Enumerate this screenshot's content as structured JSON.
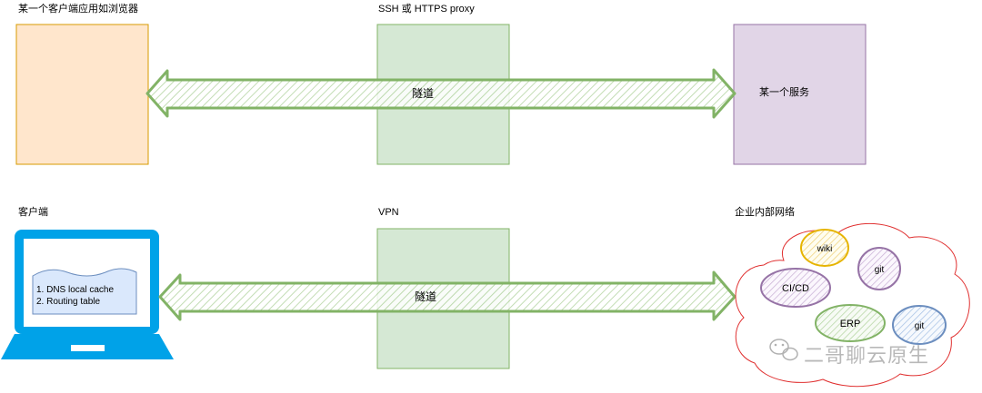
{
  "top": {
    "client_label": "某一个客户端应用如浏览器",
    "proxy_label": "SSH 或 HTTPS proxy",
    "tunnel_label": "隧道",
    "service_label": "某一个服务"
  },
  "bottom": {
    "client_label": "客户端",
    "vpn_label": "VPN",
    "tunnel_label": "隧道",
    "network_label": "企业内部网络",
    "laptop_note": [
      "1. DNS local cache",
      "2. Routing table"
    ],
    "services": [
      "wiki",
      "git",
      "CI/CD",
      "ERP",
      "git"
    ]
  },
  "watermark": "二哥聊云原生",
  "colors": {
    "client_fill": "#ffe6cc",
    "client_stroke": "#d79b00",
    "proxy_fill": "#d5e8d4",
    "proxy_stroke": "#82b366",
    "service_fill": "#e1d5e7",
    "service_stroke": "#9673a6",
    "laptop": "#00a2e8",
    "cloud_stroke": "#e03030"
  }
}
